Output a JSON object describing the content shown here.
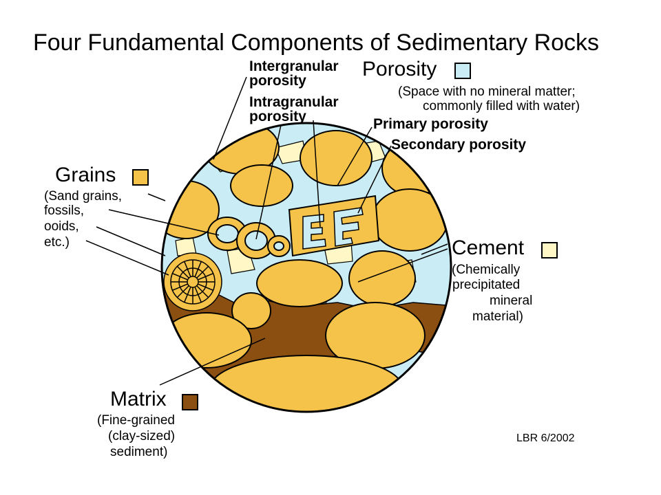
{
  "title": "Four Fundamental Components of Sedimentary Rocks",
  "colors": {
    "grain": "#F5C24A",
    "pore": "#C9ECF5",
    "cement": "#FFF8C6",
    "matrix": "#8B4F12",
    "outline": "#000000"
  },
  "labels": {
    "intergranular_1": "Intergranular",
    "intergranular_2": "porosity",
    "intragranular_1": "Intragranular",
    "intragranular_2": "porosity",
    "porosity": "Porosity",
    "porosity_desc_1": "(Space with no mineral matter;",
    "porosity_desc_2": "commonly filled with water)",
    "primary": "Primary porosity",
    "secondary": "Secondary porosity",
    "grains": "Grains",
    "grains_desc_1": "(Sand grains,",
    "grains_desc_2": "fossils,",
    "grains_desc_3": "ooids,",
    "grains_desc_4": "etc.)",
    "cement": "Cement",
    "cement_desc_1": "(Chemically",
    "cement_desc_2": "precipitated",
    "cement_desc_3": "mineral",
    "cement_desc_4": "material)",
    "matrix": "Matrix",
    "matrix_desc_1": "(Fine-grained",
    "matrix_desc_2": "(clay-sized)",
    "matrix_desc_3": "sediment)",
    "credit": "LBR 6/2002"
  }
}
